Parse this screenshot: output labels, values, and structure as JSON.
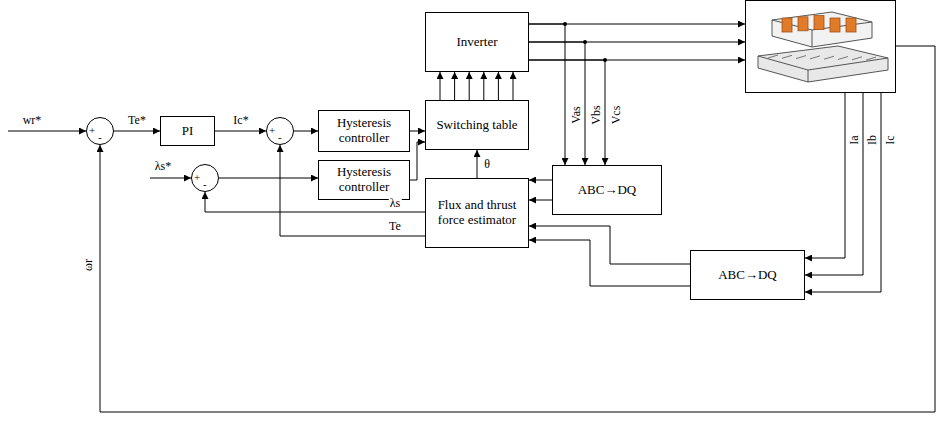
{
  "diagram": {
    "nodes": [
      {
        "text": [
          "Inverter"
        ]
      },
      {
        "text": [
          "+",
          "-"
        ]
      },
      {
        "text": [
          "PI"
        ]
      },
      {
        "text": [
          "+",
          "-"
        ]
      },
      {
        "text": [
          "Hysteresis controller"
        ]
      },
      {
        "text": [
          "Switching table"
        ]
      },
      {
        "text": [
          "+",
          "-"
        ]
      },
      {
        "text": [
          "Hysteresis controller"
        ]
      },
      {
        "text": [
          "ABC→DQ"
        ]
      },
      {
        "text": [
          "Flux and thrust force estimator"
        ]
      },
      {
        "text": [
          "ABC→DQ"
        ]
      }
    ],
    "edges": [
      {
        "from": 1,
        "to": 2,
        "label": "Te*",
        "arrow": "to"
      },
      {
        "from": 2,
        "to": 3,
        "label": "Ic*",
        "arrow": "to"
      },
      {
        "from": 3,
        "to": 4,
        "arrow": "to"
      },
      {
        "from": 4,
        "to": 5,
        "arrow": "to"
      },
      {
        "from": 6,
        "to": 7,
        "arrow": "to"
      },
      {
        "from": 7,
        "to": 5,
        "arrow": "to"
      },
      {
        "from": 5,
        "to": 0,
        "arrow": "to"
      },
      {
        "from": 9,
        "to": 5,
        "label": "θ",
        "arrow": "to"
      },
      {
        "from": 9,
        "to": 6,
        "label": "λs",
        "arrow": "to"
      },
      {
        "from": 9,
        "to": 3,
        "label": "Te",
        "arrow": "to"
      },
      {
        "from": 0,
        "to": 8,
        "arrow": "to"
      },
      {
        "from": 8,
        "to": 9,
        "arrow": "to"
      },
      {
        "from": 10,
        "to": 9,
        "arrow": "to"
      }
    ],
    "labels": [
      "wr*",
      "λs*",
      "ωr",
      "Vas",
      "Vbs",
      "Vcs",
      "Ia",
      "Ib",
      "Ic"
    ]
  }
}
